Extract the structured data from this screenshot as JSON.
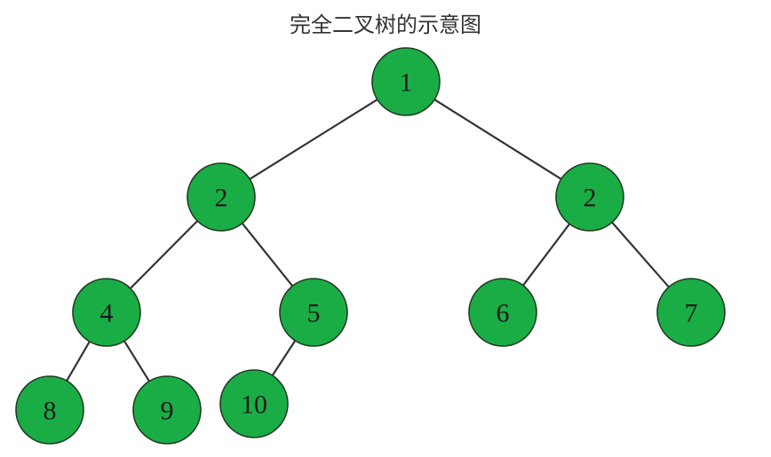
{
  "title": "完全二叉树的示意图",
  "colors": {
    "node_fill": "#1bad45",
    "node_stroke": "#1f3a24",
    "edge": "#333333",
    "text": "#1a1a1a"
  },
  "tree": {
    "nodes": [
      {
        "id": "n1",
        "label": "1"
      },
      {
        "id": "n2",
        "label": "2"
      },
      {
        "id": "n3",
        "label": "2"
      },
      {
        "id": "n4",
        "label": "4"
      },
      {
        "id": "n5",
        "label": "5"
      },
      {
        "id": "n6",
        "label": "6"
      },
      {
        "id": "n7",
        "label": "7"
      },
      {
        "id": "n8",
        "label": "8"
      },
      {
        "id": "n9",
        "label": "9"
      },
      {
        "id": "n10",
        "label": "10"
      }
    ],
    "edges": [
      {
        "from": "n1",
        "to": "n2"
      },
      {
        "from": "n1",
        "to": "n3"
      },
      {
        "from": "n2",
        "to": "n4"
      },
      {
        "from": "n2",
        "to": "n5"
      },
      {
        "from": "n3",
        "to": "n6"
      },
      {
        "from": "n3",
        "to": "n7"
      },
      {
        "from": "n4",
        "to": "n8"
      },
      {
        "from": "n4",
        "to": "n9"
      },
      {
        "from": "n5",
        "to": "n10"
      }
    ]
  }
}
